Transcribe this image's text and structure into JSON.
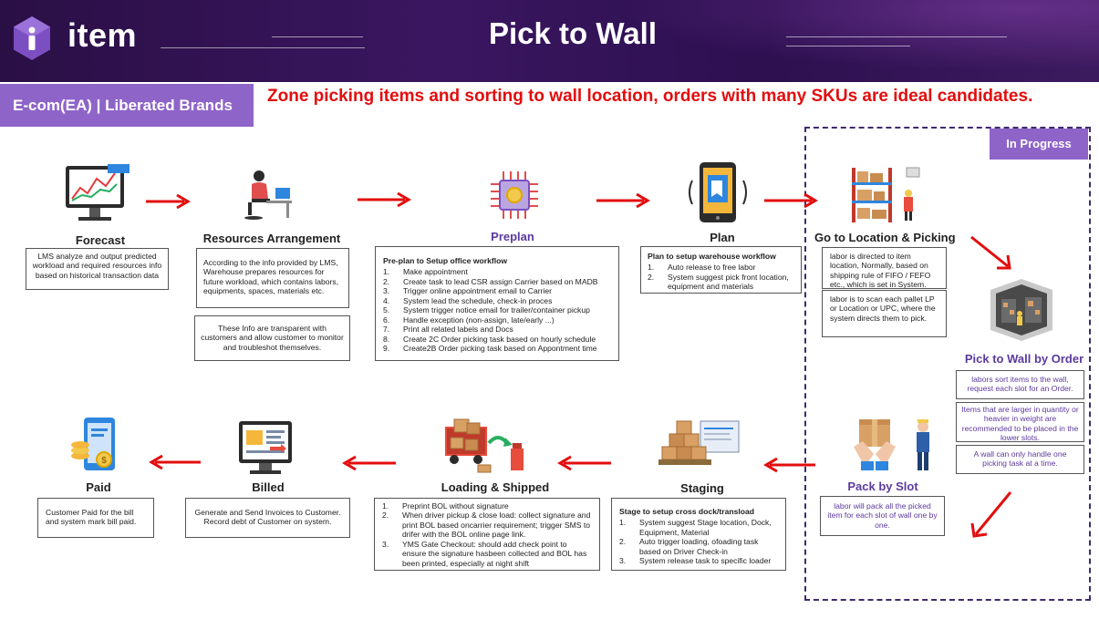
{
  "header": {
    "logo_text": "item",
    "title": "Pick to Wall",
    "brand_tag": "E-com(EA) | Liberated Brands",
    "subtitle": "Zone picking items and sorting to wall location, orders with many SKUs are ideal candidates.",
    "status_badge": "In Progress"
  },
  "colors": {
    "header_bg": "#2a0f45",
    "accent_purple": "#8e64c9",
    "label_purple": "#5b3a9e",
    "arrow_red": "#e30d0d"
  },
  "steps": {
    "forecast": {
      "label": "Forecast",
      "icon": "computer-chart-icon",
      "text": "LMS analyze and output predicted workload and required resources info based on historical transaction data"
    },
    "resources": {
      "label": "Resources Arrangement",
      "icon": "person-at-desk-icon",
      "text1": "According to the info provided by LMS, Warehouse prepares resources for future workload, which contains labors, equipments, spaces, materials etc.",
      "text2": "These Info are transparent with customers and allow customer to monitor and troubleshot themselves."
    },
    "preplan": {
      "label": "Preplan",
      "icon": "chip-icon",
      "box_title": "Pre-plan to Setup office workflow",
      "items": [
        "Make appointment",
        "Create task to lead CSR assign Carrier based on MADB",
        "Trigger online appointment email to Carrier",
        "System lead the schedule, check-in proces",
        "System trigger notice email for trailer/container pickup",
        "Handle exception (non-assign, late/early ...)",
        "Print all related labels and Docs",
        "Create 2C Order picking task based on hourly schedule",
        "Create2B Order picking task based on Appontment time"
      ]
    },
    "plan": {
      "label": "Plan",
      "icon": "mobile-app-icon",
      "box_title": "Plan to setup warehouse workflow",
      "items": [
        "Auto release to free labor",
        "System suggest pick front location, equipment and materials"
      ]
    },
    "go_to_location": {
      "label": "Go to Location & Picking",
      "icon": "warehouse-shelves-icon",
      "text1": "labor is directed to item location, Normally, based on shipping rule of FIFO / FEFO etc., which is set in System.",
      "text2": "labor is to scan each pallet LP or Location or UPC, where the system directs them to pick."
    },
    "pick_to_wall": {
      "label": "Pick to Wall by Order",
      "icon": "storage-room-icon",
      "text1": "labors sort items to the wall, request each slot for an Order.",
      "text2": "Items that are larger in quantity or heavier in weight are recommended to be placed in the lower slots.",
      "text3": "A wall can only handle one picking task at a time."
    },
    "pack_by_slot": {
      "label": "Pack by Slot",
      "icon": "packing-worker-icon",
      "text": "labor will pack all the picked item for each slot of wall one by one."
    },
    "staging": {
      "label": "Staging",
      "icon": "boxes-icon",
      "box_title": "Stage to setup cross dock/transload",
      "items": [
        "System suggest Stage location, Dock, Equipment, Material",
        "Auto trigger loading, ofoading task based on Driver Check-in",
        "System release task to specific loader"
      ]
    },
    "loading": {
      "label": "Loading & Shipped",
      "icon": "truck-loading-icon",
      "items": [
        "Preprint BOL without signature",
        " When driver pickup & close load: collect signature and print BOL based oncarrier requirement; trigger SMS to drifer with the BOL online page link.",
        "YMS Gate Checkout: should add check point to ensure the signature hasbeen collected and BOL has been printed, especially at night shift"
      ]
    },
    "billed": {
      "label": "Billed",
      "icon": "invoice-icon",
      "text": "Generate and Send Invoices to Customer. Record debt of Customer on system."
    },
    "paid": {
      "label": "Paid",
      "icon": "phone-payment-icon",
      "text": "Customer Paid for the bill and system mark bill paid."
    }
  }
}
